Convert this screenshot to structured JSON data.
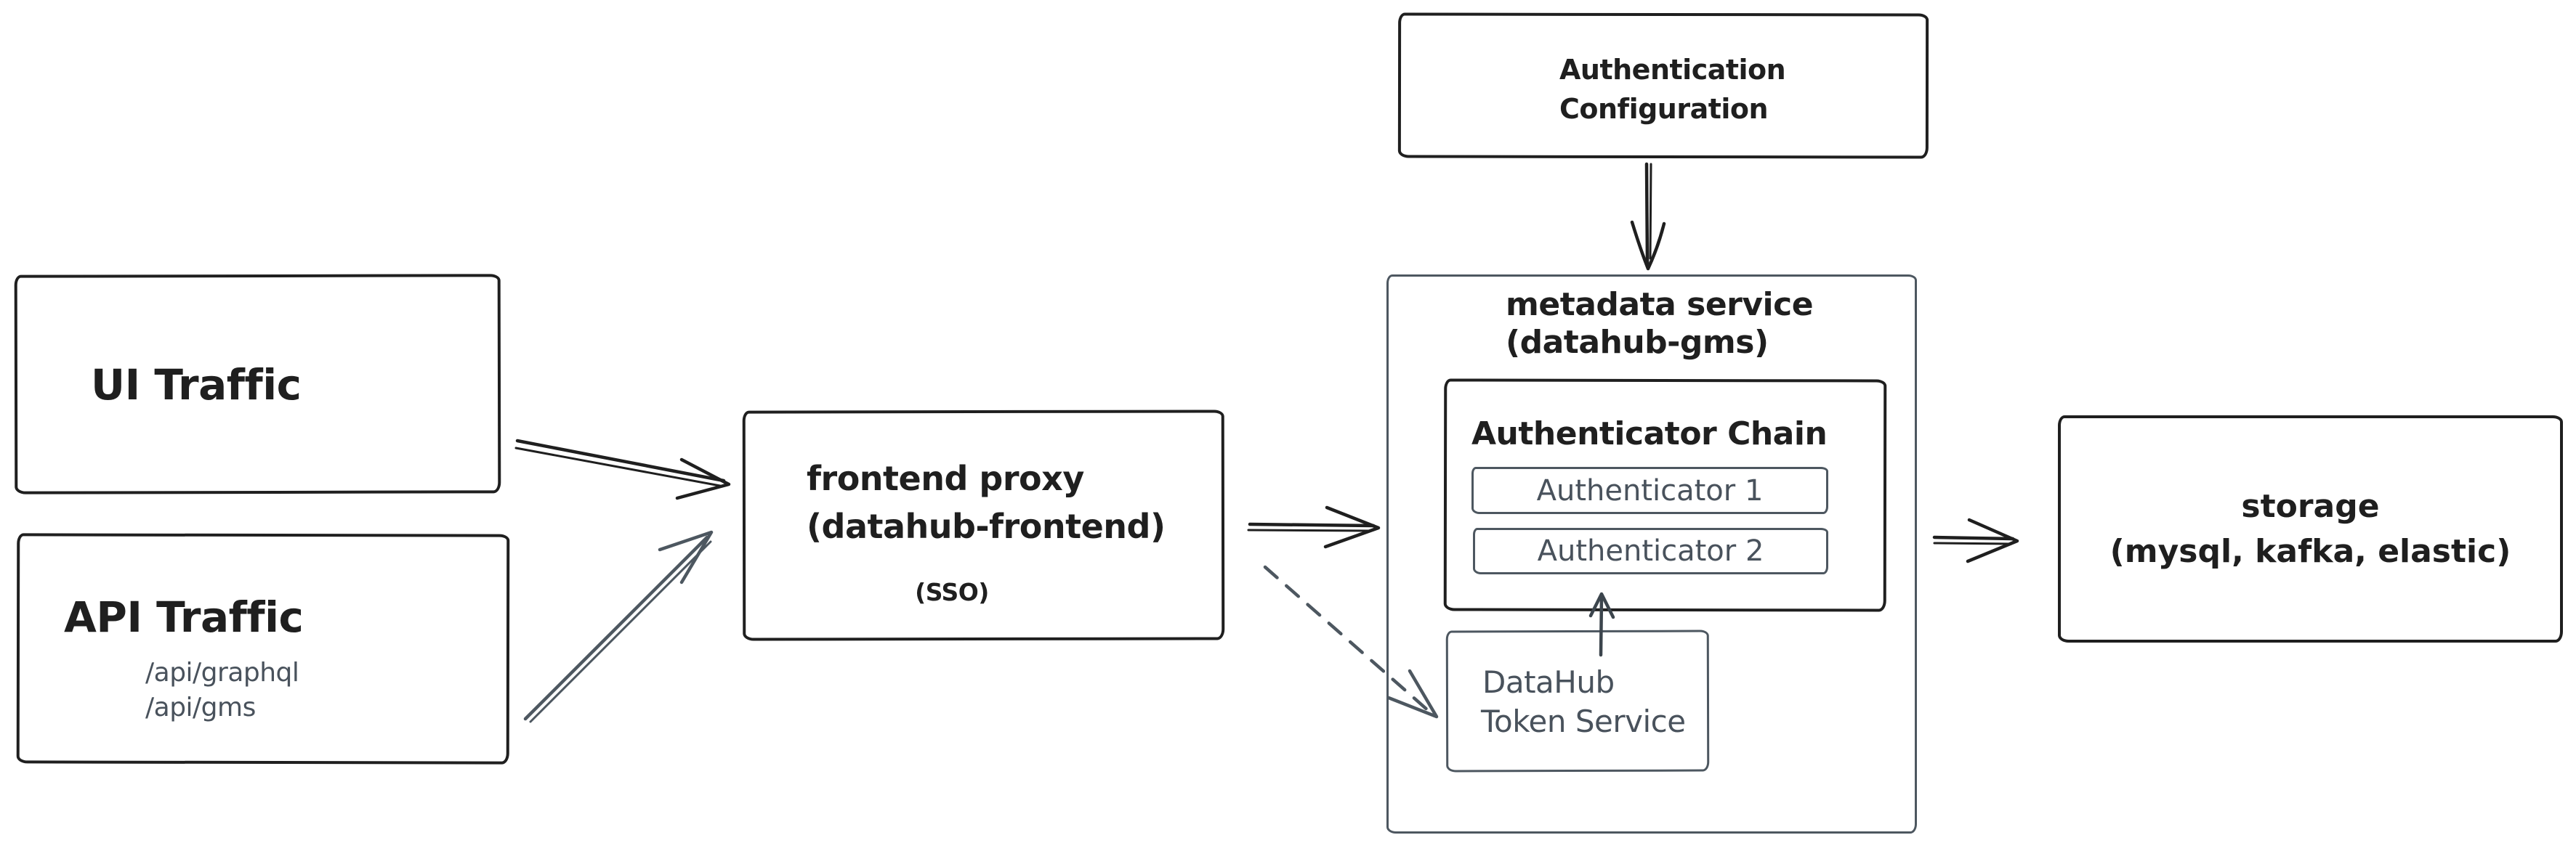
{
  "nodes": {
    "ui_traffic": {
      "title": "UI Traffic"
    },
    "api_traffic": {
      "title": "API Traffic",
      "endpoints": [
        "/api/graphql",
        "/api/gms"
      ]
    },
    "frontend_proxy": {
      "name": "frontend proxy",
      "subtitle": "(datahub-frontend)",
      "note": "(SSO)"
    },
    "auth_config": {
      "line1": "Authentication",
      "line2": "Configuration"
    },
    "metadata_service": {
      "name": "metadata service",
      "subtitle": "(datahub-gms)"
    },
    "authenticator_chain": {
      "title": "Authenticator Chain",
      "authenticators": [
        "Authenticator 1",
        "Authenticator 2"
      ]
    },
    "token_service": {
      "line1": "DataHub",
      "line2": "Token Service"
    },
    "storage": {
      "name": "storage",
      "subtitle": "(mysql, kafka, elastic)"
    }
  },
  "colors": {
    "ink": "#1f1f1f",
    "slate": "#4d5760",
    "slate_text": "#49525c"
  }
}
